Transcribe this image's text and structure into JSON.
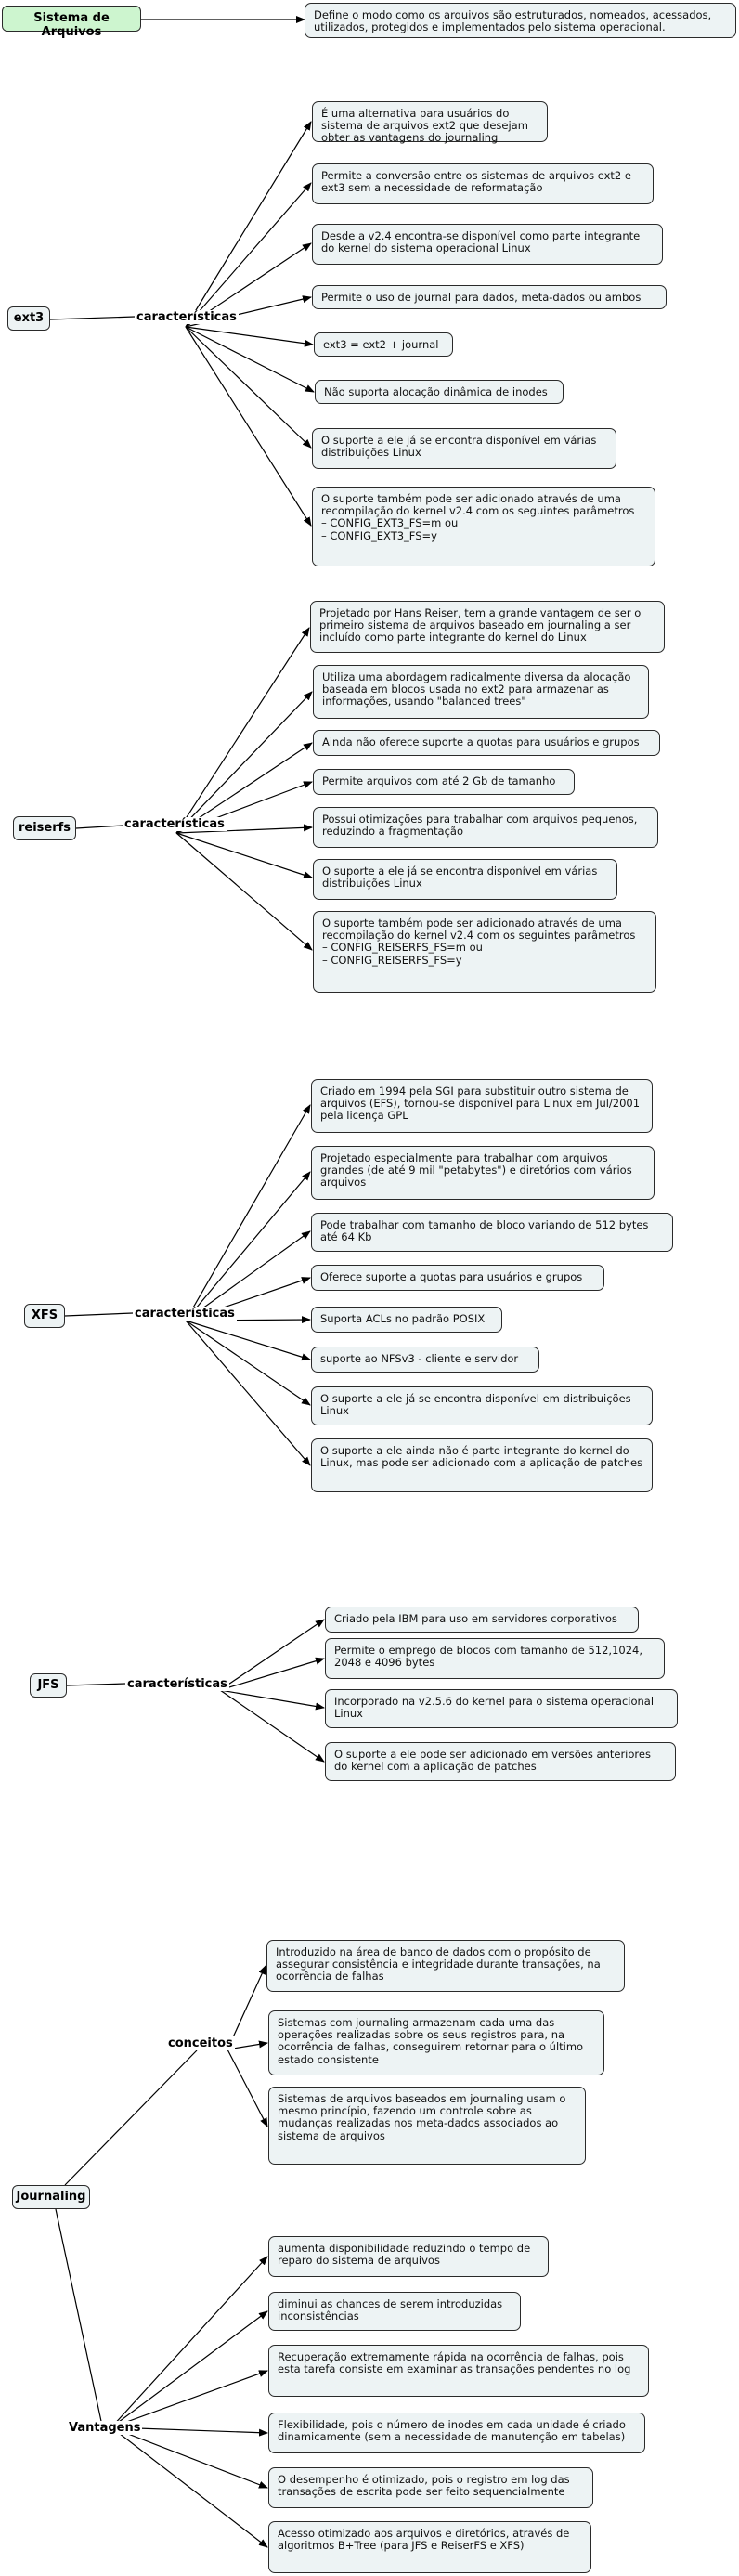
{
  "title": {
    "label": "Sistema de Arquivos",
    "definition": "Define o modo como os arquivos são estruturados, nomeados, acessados, utilizados, protegidos e implementados pelo sistema operacional."
  },
  "ext3": {
    "label": "ext3",
    "relation": "características",
    "items": [
      "É uma alternativa para usuários do sistema de arquivos ext2 que desejam obter as vantagens do journaling",
      "Permite a conversão entre os sistemas de arquivos ext2 e ext3 sem a necessidade de reformatação",
      "Desde a v2.4 encontra-se disponível como parte integrante do kernel do sistema operacional Linux",
      "Permite o uso de journal para dados, meta-dados ou ambos",
      "ext3 = ext2 + journal",
      "Não suporta alocação dinâmica de inodes",
      "O suporte a ele já se encontra disponível em várias distribuições Linux",
      "O suporte também pode ser adicionado através de uma recompilação do kernel v2.4 com os seguintes parâmetros\n– CONFIG_EXT3_FS=m ou\n– CONFIG_EXT3_FS=y"
    ]
  },
  "reiserfs": {
    "label": "reiserfs",
    "relation": "características",
    "items": [
      "Projetado por Hans Reiser, tem a grande vantagem de ser o primeiro sistema de arquivos baseado em journaling a ser incluído como parte integrante do kernel do Linux",
      "Utiliza uma abordagem radicalmente diversa da alocação baseada em blocos usada no ext2 para armazenar as informações, usando \"balanced trees\"",
      "Ainda não oferece suporte a quotas para usuários e grupos",
      "Permite arquivos com até 2 Gb de tamanho",
      "Possui otimizações para trabalhar com arquivos pequenos, reduzindo a fragmentação",
      "O suporte a ele já se encontra disponível em várias distribuições Linux",
      "O suporte também pode ser adicionado através de uma recompilação do kernel v2.4 com os seguintes parâmetros\n– CONFIG_REISERFS_FS=m ou\n– CONFIG_REISERFS_FS=y"
    ]
  },
  "xfs": {
    "label": "XFS",
    "relation": "características",
    "items": [
      "Criado em 1994 pela SGI para substituir outro sistema de arquivos (EFS), tornou-se disponível para Linux em Jul/2001 pela licença GPL",
      "Projetado especialmente para trabalhar com arquivos grandes (de até 9 mil \"petabytes\") e diretórios com vários arquivos",
      "Pode trabalhar com tamanho de bloco variando de 512 bytes até 64 Kb",
      "Oferece suporte a quotas para usuários e grupos",
      "Suporta ACLs no padrão POSIX",
      "suporte ao NFSv3 - cliente e servidor",
      "O suporte a ele já se encontra disponível em distribuições Linux",
      "O suporte a ele ainda não é parte integrante do kernel do Linux, mas pode ser adicionado com a aplicação de patches"
    ]
  },
  "jfs": {
    "label": "JFS",
    "relation": "características",
    "items": [
      "Criado pela IBM para uso em servidores corporativos",
      "Permite o emprego de blocos com tamanho de 512,1024, 2048 e 4096 bytes",
      "Incorporado na v2.5.6 do kernel para o sistema operacional Linux",
      " O suporte a ele pode ser adicionado em versões anteriores do kernel com a aplicação de patches"
    ]
  },
  "journaling": {
    "label": "Journaling",
    "concepts_label": "conceitos",
    "concepts": [
      "Introduzido na área de banco de dados com o propósito de assegurar consistência e integridade durante transações, na ocorrência de falhas",
      "Sistemas com journaling armazenam cada uma das operações realizadas sobre os seus registros para, na ocorrência de falhas, conseguirem retornar para o último estado consistente",
      "Sistemas de arquivos baseados em journaling usam o mesmo princípio, fazendo um controle sobre as mudanças realizadas nos meta-dados associados ao sistema de arquivos"
    ],
    "advantages_label": "Vantagens",
    "advantages": [
      "aumenta disponibilidade reduzindo o tempo de reparo do sistema de arquivos",
      "diminui as chances de serem introduzidas inconsistências",
      "Recuperação extremamente rápida na ocorrência de falhas, pois esta tarefa consiste em examinar as transações pendentes no log",
      "Flexibilidade, pois o número de inodes em cada unidade é criado dinamicamente (sem a necessidade de manutenção em tabelas)",
      "O desempenho é otimizado, pois o registro em log das transações de escrita pode ser feito sequencialmente",
      "Acesso otimizado aos arquivos e diretórios, através de algoritmos B+Tree (para JFS e ReiserFS e XFS)"
    ]
  }
}
